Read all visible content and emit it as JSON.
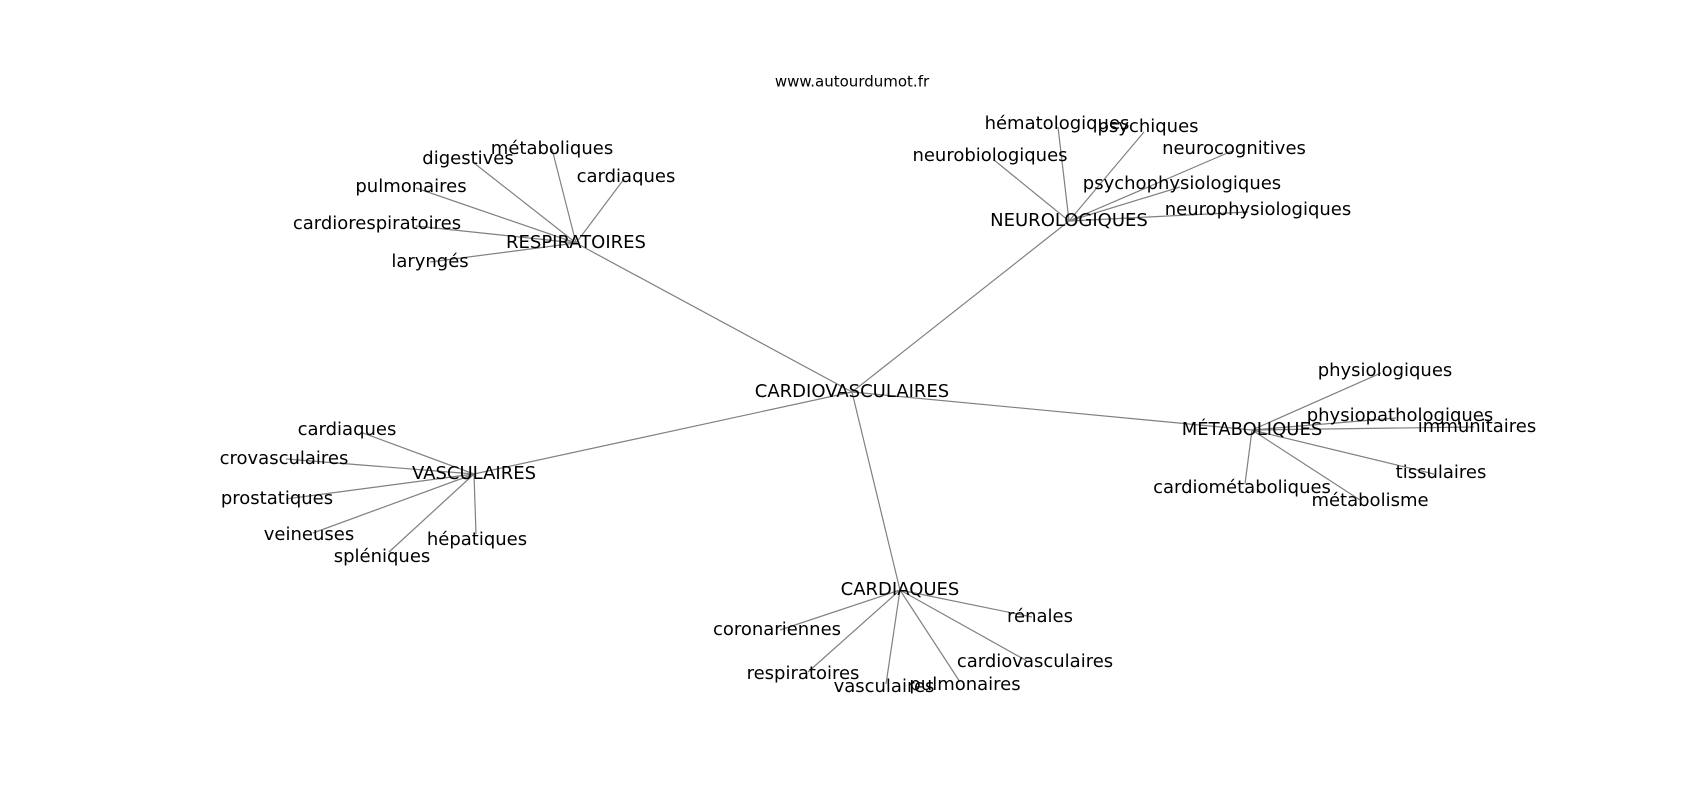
{
  "source": "www.autourdumot.fr",
  "center": "CARDIOVASCULAIRES",
  "colors": {
    "edge": "#808080",
    "text": "#000000",
    "background": "#ffffff"
  },
  "clusters": [
    {
      "id": "respiratoires",
      "label": "RESPIRATOIRES",
      "words": [
        "métaboliques",
        "digestives",
        "cardiaques",
        "pulmonaires",
        "cardiorespiratoires",
        "laryngés"
      ]
    },
    {
      "id": "neurologiques",
      "label": "NEUROLOGIQUES",
      "words": [
        "hématologiques",
        "psychiques",
        "neurobiologiques",
        "neurocognitives",
        "psychophysiologiques",
        "neurophysiologiques"
      ]
    },
    {
      "id": "metaboliques",
      "label": "MÉTABOLIQUES",
      "words": [
        "physiologiques",
        "physiopathologiques",
        "immunitaires",
        "tissulaires",
        "cardiométaboliques",
        "métabolisme"
      ]
    },
    {
      "id": "vasculaires",
      "label": "VASCULAIRES",
      "words": [
        "cardiaques",
        "crovasculaires",
        "prostatiques",
        "veineuses",
        "spléniques",
        "hépatiques"
      ]
    },
    {
      "id": "cardiaques",
      "label": "CARDIAQUES",
      "words": [
        "rénales",
        "coronariennes",
        "cardiovasculaires",
        "respiratoires",
        "vasculaires",
        "pulmonaires"
      ]
    }
  ]
}
